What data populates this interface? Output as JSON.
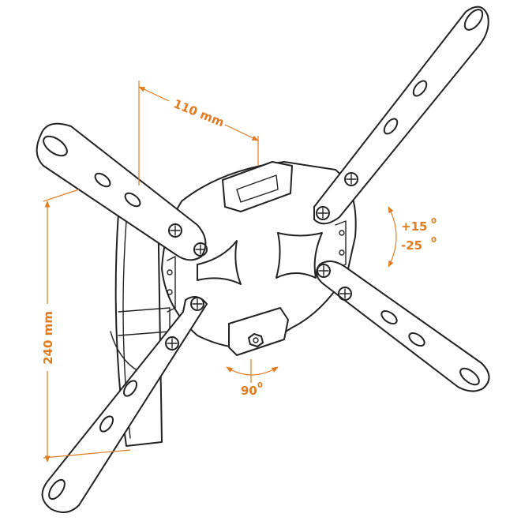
{
  "colors": {
    "accent": "#e07b1f",
    "line": "#222222"
  },
  "dimensions": {
    "horizontal": "110 mm",
    "vertical": "240 mm",
    "tilt_up": "+15",
    "tilt_down": "-25",
    "swivel": "90",
    "degree_mark": "0"
  }
}
